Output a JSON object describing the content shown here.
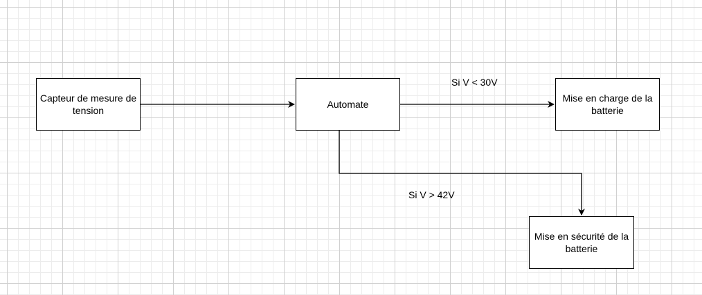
{
  "diagram": {
    "nodes": {
      "sensor": {
        "label": "Capteur de mesure de tension"
      },
      "plc": {
        "label": "Automate"
      },
      "charge": {
        "label": "Mise en charge de la batterie"
      },
      "safety": {
        "label": "Mise en sécurité de la batterie"
      }
    },
    "edges": {
      "sensor_to_plc": {
        "from": "sensor",
        "to": "plc",
        "label": ""
      },
      "plc_to_charge": {
        "from": "plc",
        "to": "charge",
        "label": "Si V < 30V"
      },
      "plc_to_safety": {
        "from": "plc",
        "to": "safety",
        "label": "Si V > 42V"
      }
    },
    "colors": {
      "stroke": "#000000",
      "node_fill": "#ffffff",
      "grid_major": "#d0d0d0",
      "grid_minor": "#ececec",
      "background": "#ffffff"
    }
  }
}
